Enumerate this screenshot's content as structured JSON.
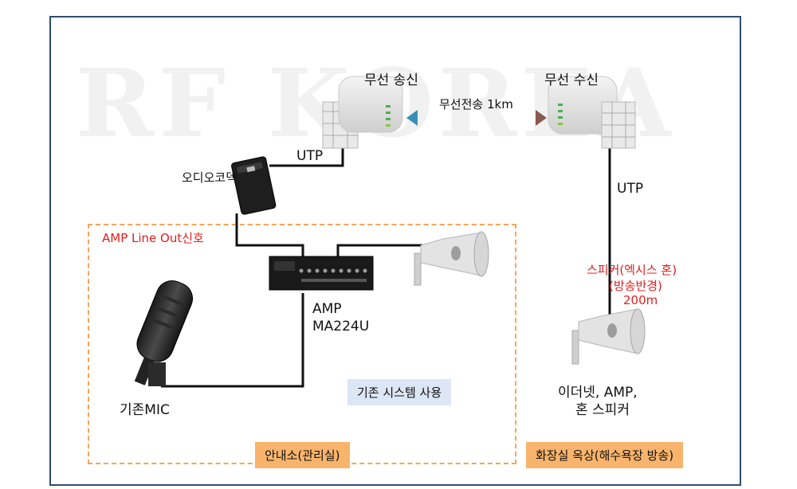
{
  "watermark": "RF KOREA",
  "labels": {
    "transmitter": "무선 송신",
    "receiver": "무선 수신",
    "wireless_link": "무선전송 1km",
    "utp_left": "UTP",
    "utp_right": "UTP",
    "audio_codec": "오디오코덱",
    "amp_line_out": "AMP Line Out신호",
    "amp_name": "AMP",
    "amp_model": "MA224U",
    "existing_mic": "기존MIC",
    "existing_system": "기존 시스템 사용",
    "speaker_note_1": "스피커(엑시스 혼)",
    "speaker_note_2": "(방송반경)",
    "speaker_note_3": "200m",
    "remote_equipment_1": "이더넷, AMP,",
    "remote_equipment_2": "혼 스피커",
    "site_office": "안내소(관리실)",
    "site_rooftop": "화장실 옥상(해수욕장 방송)"
  },
  "colors": {
    "frame": "#2f4d6e",
    "dashed_border": "#f2a55a",
    "orange_tag": "#f8b46c",
    "blue_tag": "#dce6f4",
    "highlight_text": "#e02020"
  }
}
